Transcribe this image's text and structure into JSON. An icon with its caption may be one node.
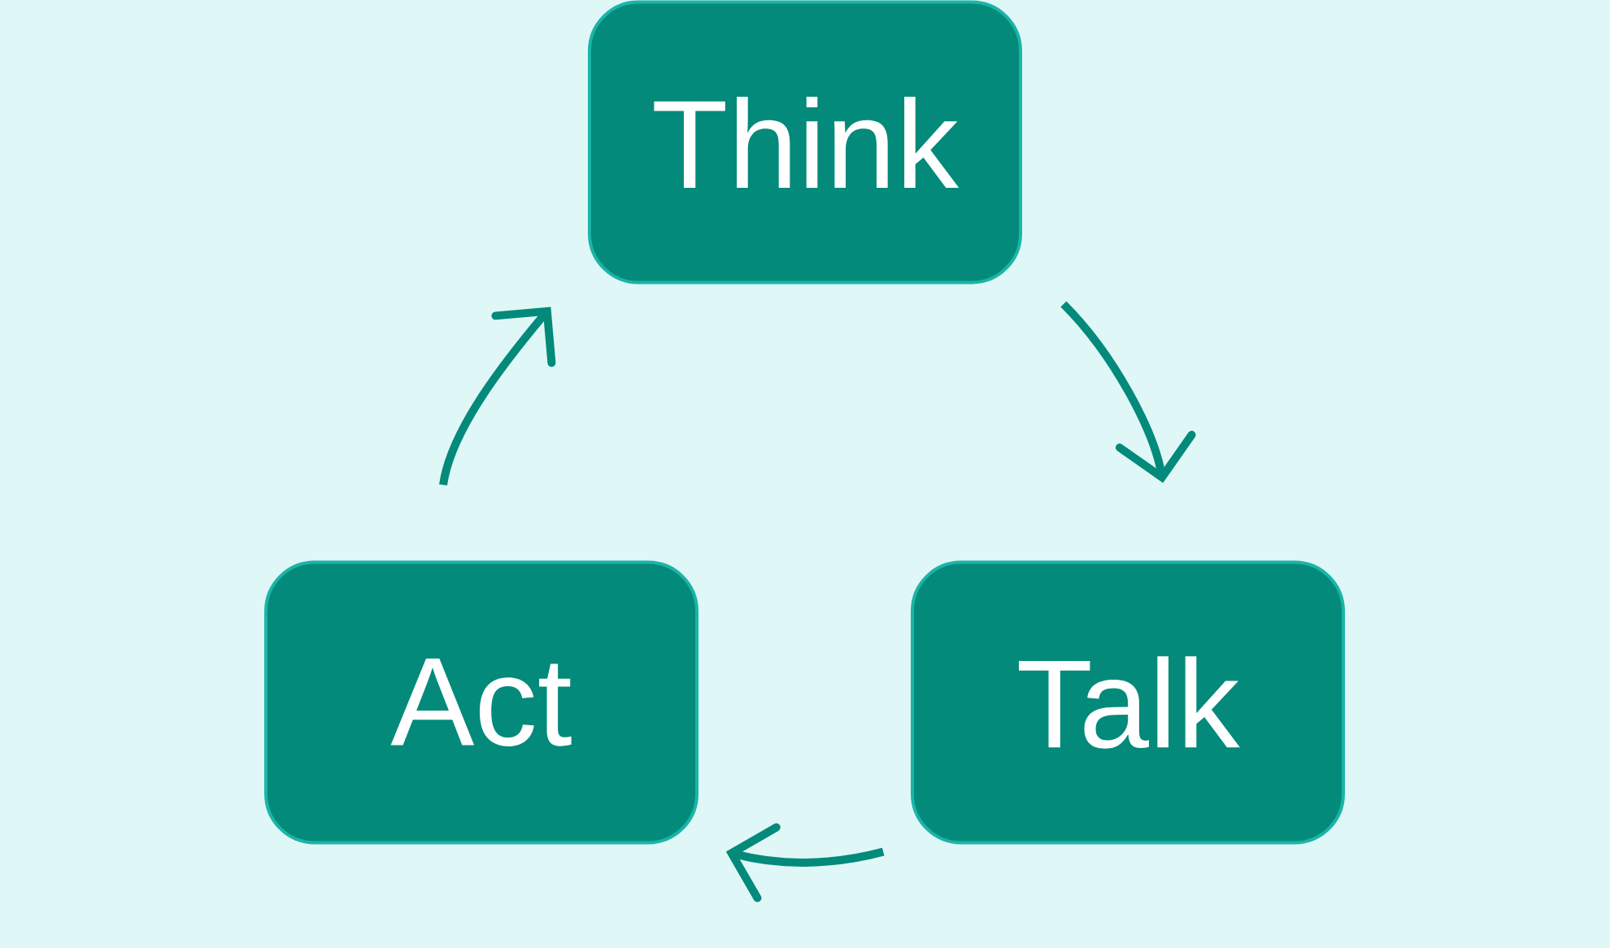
{
  "diagram": {
    "nodes": [
      {
        "text": [
          "Think"
        ]
      },
      {
        "text": [
          "Talk"
        ]
      },
      {
        "text": [
          "Act"
        ]
      }
    ],
    "edges": [
      {
        "from": 0,
        "to": 1,
        "arrow": "to"
      },
      {
        "from": 1,
        "to": 2,
        "arrow": "to"
      },
      {
        "from": 2,
        "to": 0,
        "arrow": "to"
      }
    ]
  }
}
